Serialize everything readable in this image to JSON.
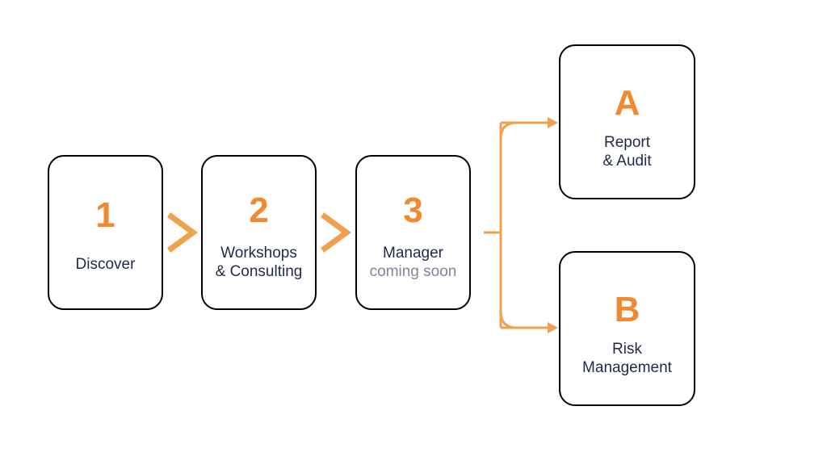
{
  "colors": {
    "accent": "#f0892f",
    "text": "#1f2a4b",
    "muted": "#7d8798",
    "border": "#000000"
  },
  "steps": [
    {
      "number": "1",
      "lines": [
        "Discover"
      ]
    },
    {
      "number": "2",
      "lines": [
        "Workshops",
        "& Consulting"
      ]
    },
    {
      "number": "3",
      "lines": [
        "Manager"
      ],
      "note": "coming soon"
    }
  ],
  "outcomes": [
    {
      "letter": "A",
      "lines": [
        "Report",
        "& Audit"
      ]
    },
    {
      "letter": "B",
      "lines": [
        "Risk",
        "Management"
      ]
    }
  ]
}
